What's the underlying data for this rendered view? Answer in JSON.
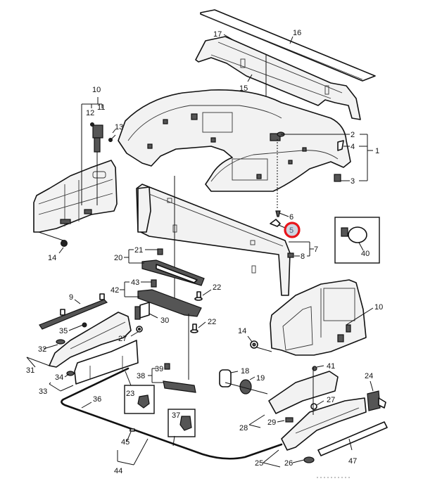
{
  "diagram": {
    "title": "Interior trim exploded parts view",
    "highlighted_callout": "5",
    "highlight_colors": {
      "ring": "#e8151b",
      "fill": "#cfd5e0",
      "text": "#4a5a78"
    },
    "callouts": {
      "c1": "1",
      "c2": "2",
      "c3": "3",
      "c4": "4",
      "c5": "5",
      "c6": "6",
      "c7": "7",
      "c8": "8",
      "c9": "9",
      "c10a": "10",
      "c10b": "10",
      "c11": "11",
      "c12": "12",
      "c13": "13",
      "c14a": "14",
      "c14b": "14",
      "c15": "15",
      "c16": "16",
      "c17": "17",
      "c18": "18",
      "c19": "19",
      "c20": "20",
      "c21": "21",
      "c22a": "22",
      "c22b": "22",
      "c23": "23",
      "c24": "24",
      "c25": "25",
      "c26": "26",
      "c27a": "27",
      "c27b": "27",
      "c28": "28",
      "c29": "29",
      "c30": "30",
      "c31": "31",
      "c32": "32",
      "c33": "33",
      "c34": "34",
      "c35": "35",
      "c36": "36",
      "c37": "37",
      "c38": "38",
      "c39": "39",
      "c40": "40",
      "c41": "41",
      "c42": "42",
      "c43": "43",
      "c44": "44",
      "c45": "45",
      "c47": "47"
    }
  }
}
